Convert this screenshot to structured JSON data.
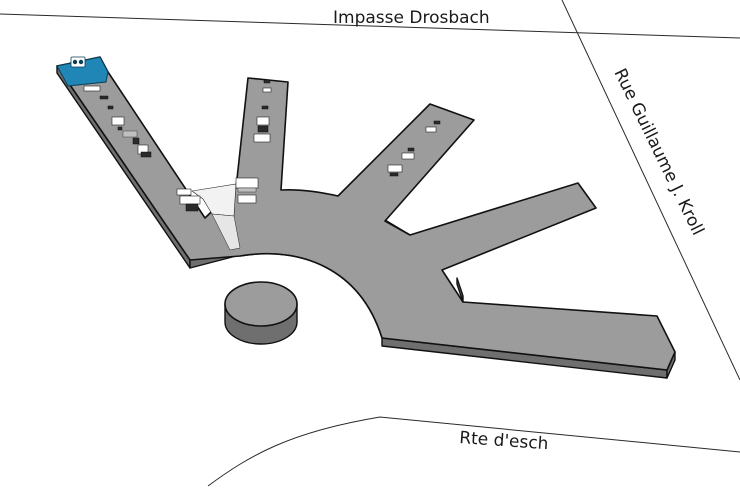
{
  "streets": {
    "north": "Impasse Drosbach",
    "east": "Rue Guillaume J. Kroll",
    "south": "Rte d'esch"
  },
  "colors": {
    "background": "#ffffff",
    "building_top": "#9c9c9c",
    "building_side": "#6f6f6f",
    "highlight_room": "#1f86b5",
    "atrium": "#f2f2f2"
  },
  "highlight_icon": "elevator-icon"
}
